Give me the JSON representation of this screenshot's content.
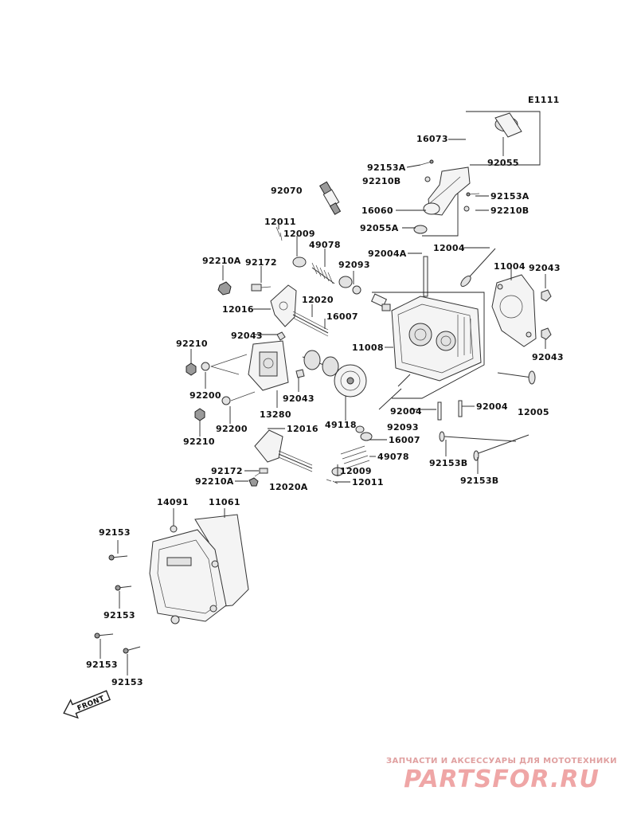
{
  "diagram": {
    "ref_code": "E1111",
    "labels": {
      "p16073": "16073",
      "p92055": "92055",
      "p92153A_1": "92153A",
      "p92210B_1": "92210B",
      "p92070": "92070",
      "p16060": "16060",
      "p92153A_2": "92153A",
      "p92210B_2": "92210B",
      "p92055A": "92055A",
      "p12011_1": "12011",
      "p12009_1": "12009",
      "p49078_1": "49078",
      "p12004_1": "12004",
      "p92210A_1": "92210A",
      "p92172_1": "92172",
      "p92004A": "92004A",
      "p92093_1": "92093",
      "p11004": "11004",
      "p92043_1": "92043",
      "p12016_1": "12016",
      "p12020_1": "12020",
      "p16007_1": "16007",
      "p92043_2": "92043",
      "p92210_1": "92210",
      "p11008": "11008",
      "p92043_3": "92043",
      "p92200_1": "92200",
      "p92043_4": "92043",
      "p13280": "13280",
      "p49118": "49118",
      "p92004_1": "92004",
      "p92004_2": "92004",
      "p12005": "12005",
      "p92210_2": "92210",
      "p92200_2": "92200",
      "p12016_2": "12016",
      "p92093_2": "92093",
      "p16007_2": "16007",
      "p49078_2": "49078",
      "p92153B_1": "92153B",
      "p92172_2": "92172",
      "p92210A_2": "92210A",
      "p12020A": "12020A",
      "p12009_2": "12009",
      "p12011_2": "12011",
      "p92153B_2": "92153B",
      "p14091": "14091",
      "p11061": "11061",
      "p92153_1": "92153",
      "p92153_2": "92153",
      "p92153_3": "92153",
      "p92153_4": "92153",
      "front": "FRONT"
    }
  },
  "watermark": {
    "tagline": "ЗАПЧАСТИ И АКСЕССУАРЫ ДЛЯ МОТОТЕХНИКИ",
    "brand": "PARTSFOR.RU",
    "color": "#efa6a6"
  }
}
